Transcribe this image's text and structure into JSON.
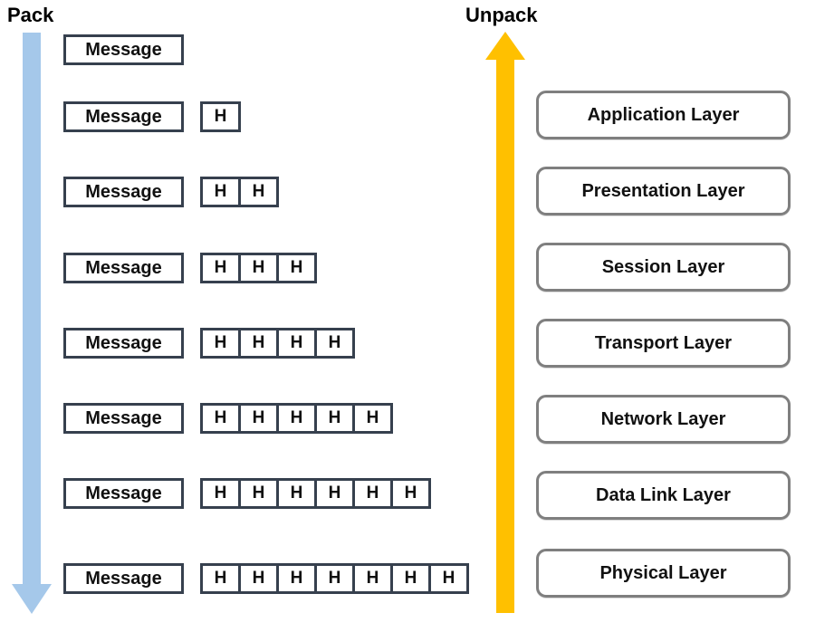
{
  "pack": {
    "label": "Pack"
  },
  "unpack": {
    "label": "Unpack"
  },
  "message_label": "Message",
  "header_label": "H",
  "rows": [
    {
      "message": "Message",
      "header_count": 0
    },
    {
      "message": "Message",
      "header_count": 1
    },
    {
      "message": "Message",
      "header_count": 2
    },
    {
      "message": "Message",
      "header_count": 3
    },
    {
      "message": "Message",
      "header_count": 4
    },
    {
      "message": "Message",
      "header_count": 5
    },
    {
      "message": "Message",
      "header_count": 6
    },
    {
      "message": "Message",
      "header_count": 7
    }
  ],
  "layers": [
    {
      "label": "Application Layer"
    },
    {
      "label": "Presentation Layer"
    },
    {
      "label": "Session Layer"
    },
    {
      "label": "Transport Layer"
    },
    {
      "label": "Network Layer"
    },
    {
      "label": "Data Link Layer"
    },
    {
      "label": "Physical Layer"
    }
  ],
  "colors": {
    "pack_arrow": "#a5c8ea",
    "unpack_arrow": "#ffc000",
    "packet_border": "#36404e",
    "layer_border": "#7f7f7f"
  }
}
